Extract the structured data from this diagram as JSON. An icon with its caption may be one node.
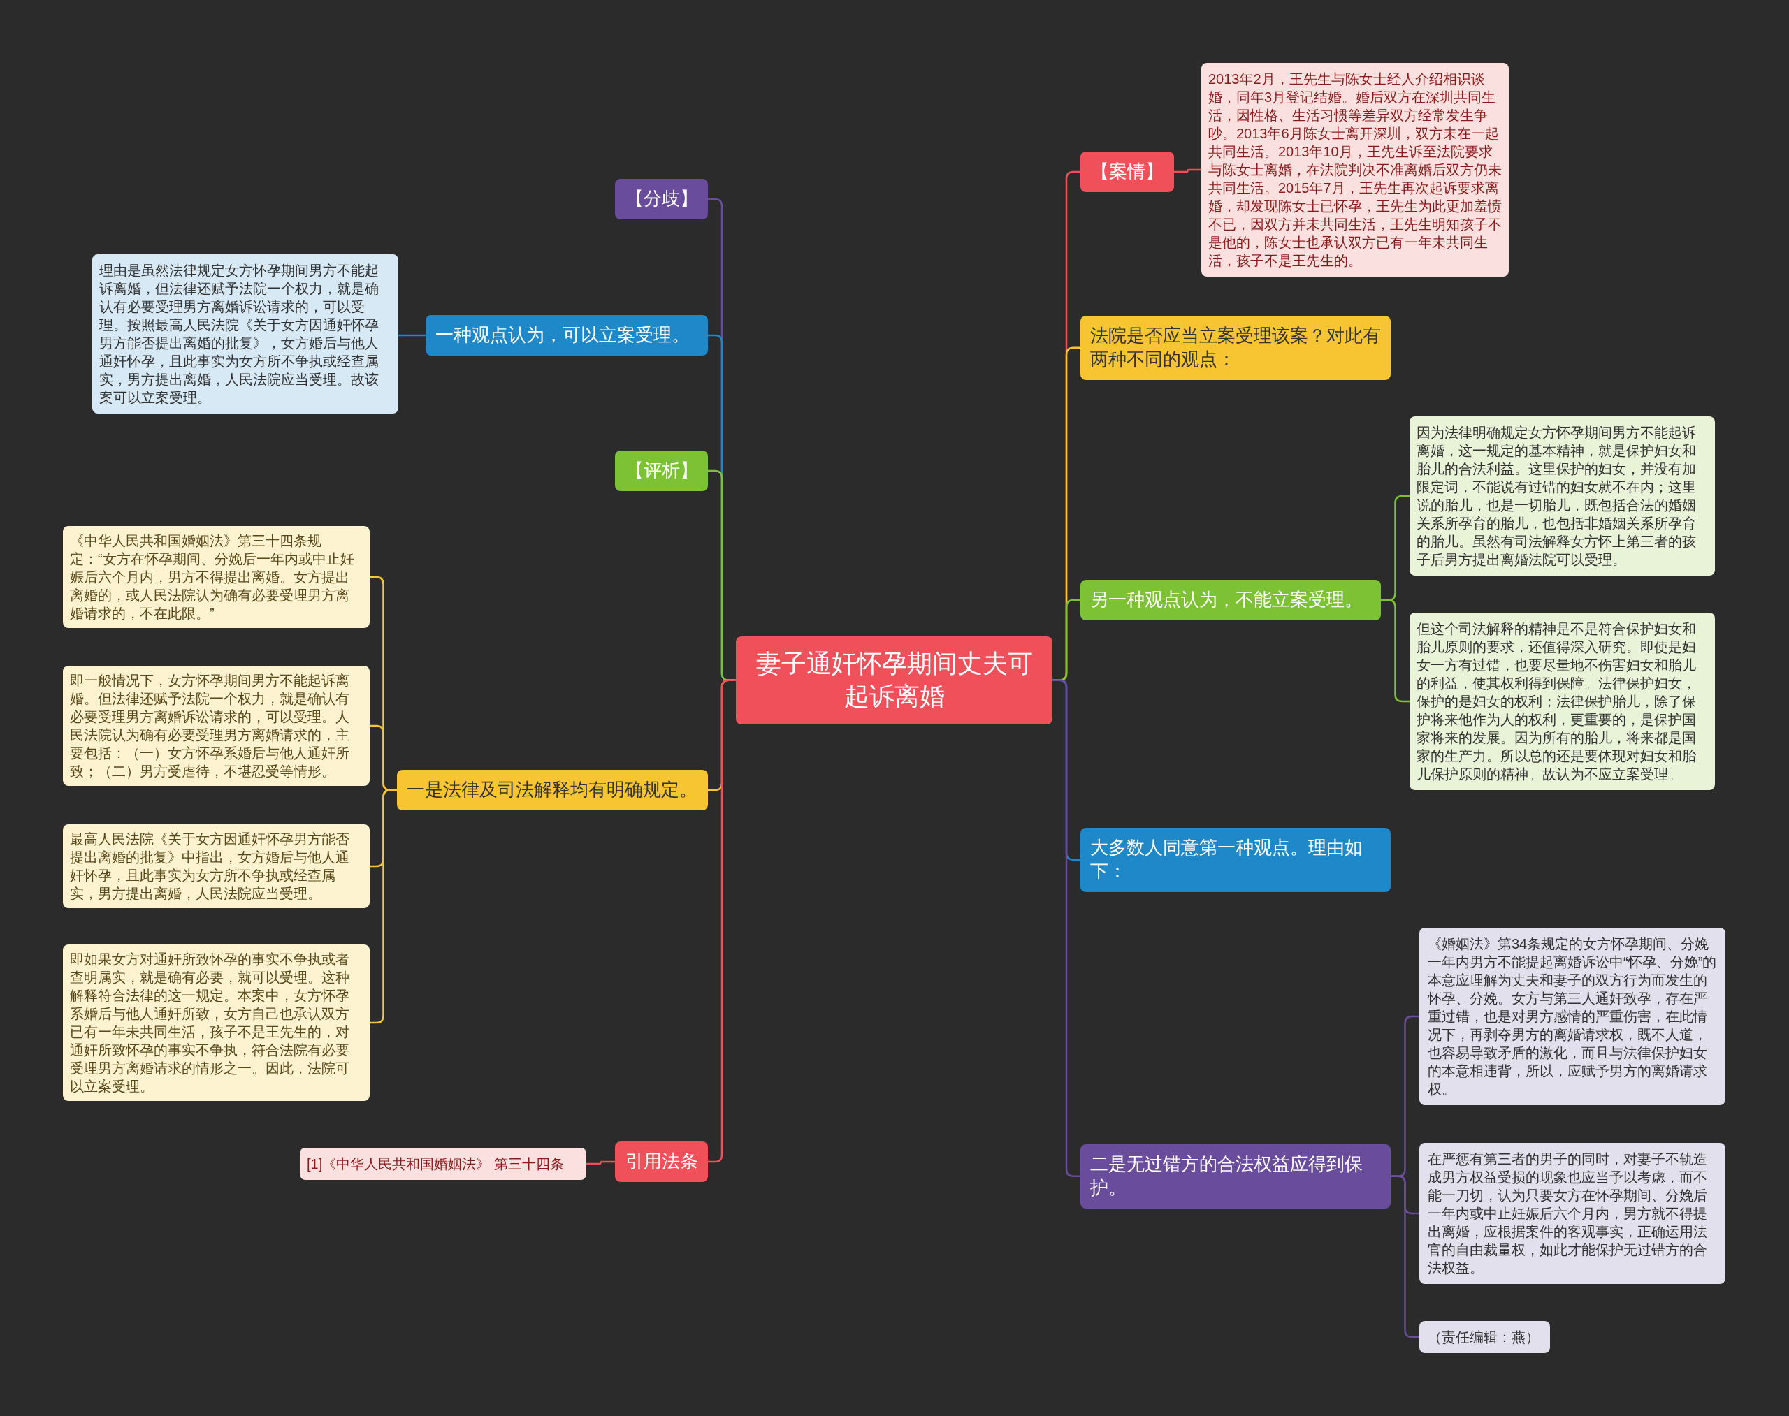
{
  "diagram": {
    "nodes": [
      {
        "text": [
          "妻子通奸怀孕期间丈夫可起诉离婚"
        ]
      },
      {
        "text": [
          "【分歧】"
        ]
      },
      {
        "text": [
          "一种观点认为，可以立案受理。"
        ]
      },
      {
        "text": [
          "理由是虽然法律规定女方怀孕期间男方不能起诉离婚，但法律还赋予法院一个权力，就是确认有必要受理男方离婚诉讼请求的，可以受理。按照最高人民法院《关于女方因通奸怀孕男方能否提出离婚的批复》，女方婚后与他人通奸怀孕，且此事实为女方所不争执或经查属实，男方提出离婚，人民法院应当受理。故该案可以立案受理。"
        ]
      },
      {
        "text": [
          "【评析】"
        ]
      },
      {
        "text": [
          "一是法律及司法解释均有明确规定。"
        ]
      },
      {
        "text": [
          "《中华人民共和国婚姻法》第三十四条规定：“女方在怀孕期间、分娩后一年内或中止妊娠后六个月内，男方不得提出离婚。女方提出离婚的，或人民法院认为确有必要受理男方离婚请求的，不在此限。”"
        ]
      },
      {
        "text": [
          "即一般情况下，女方怀孕期间男方不能起诉离婚。但法律还赋予法院一个权力，就是确认有必要受理男方离婚诉讼请求的，可以受理。人民法院认为确有必要受理男方离婚请求的，主要包括：（一）女方怀孕系婚后与他人通奸所致；（二）男方受虐待，不堪忍受等情形。"
        ]
      },
      {
        "text": [
          "最高人民法院《关于女方因通奸怀孕男方能否提出离婚的批复》中指出，女方婚后与他人通奸怀孕，且此事实为女方所不争执或经查属实，男方提出离婚，人民法院应当受理。"
        ]
      },
      {
        "text": [
          "即如果女方对通奸所致怀孕的事实不争执或者查明属实，就是确有必要，就可以受理。这种解释符合法律的这一规定。本案中，女方怀孕系婚后与他人通奸所致，女方自己也承认双方已有一年未共同生活，孩子不是王先生的，对通奸所致怀孕的事实不争执，符合法院有必要受理男方离婚请求的情形之一。因此，法院可以立案受理。"
        ]
      },
      {
        "text": [
          "引用法条"
        ]
      },
      {
        "text": [
          "[1]《中华人民共和国婚姻法》 第三十四条"
        ]
      },
      {
        "text": [
          "【案情】"
        ]
      },
      {
        "text": [
          "2013年2月，王先生与陈女士经人介绍相识谈婚，同年3月登记结婚。婚后双方在深圳共同生活，因性格、生活习惯等差异双方经常发生争吵。2013年6月陈女士离开深圳，双方未在一起共同生活。2013年10月，王先生诉至法院要求与陈女士离婚，在法院判决不准离婚后双方仍未共同生活。2015年7月，王先生再次起诉要求离婚，却发现陈女士已怀孕，王先生为此更加羞愤不已，因双方并未共同生活，王先生明知孩子不是他的，陈女士也承认双方已有一年未共同生活，孩子不是王先生的。"
        ]
      },
      {
        "text": [
          "法院是否应当立案受理该案？对此有两种不同的观点："
        ]
      },
      {
        "text": [
          "另一种观点认为，不能立案受理。"
        ]
      },
      {
        "text": [
          "因为法律明确规定女方怀孕期间男方不能起诉离婚，这一规定的基本精神，就是保护妇女和胎儿的合法利益。这里保护的妇女，并没有加限定词，不能说有过错的妇女就不在内；这里说的胎儿，也是一切胎儿，既包括合法的婚姻关系所孕育的胎儿，也包括非婚姻关系所孕育的胎儿。虽然有司法解释女方怀上第三者的孩子后男方提出离婚法院可以受理。"
        ]
      },
      {
        "text": [
          "但这个司法解释的精神是不是符合保护妇女和胎儿原则的要求，还值得深入研究。即使是妇女一方有过错，也要尽量地不伤害妇女和胎儿的利益，使其权利得到保障。法律保护妇女，保护的是妇女的权利；法律保护胎儿，除了保护将来他作为人的权利，更重要的，是保护国家将来的发展。因为所有的胎儿，将来都是国家的生产力。所以总的还是要体现对妇女和胎儿保护原则的精神。故认为不应立案受理。"
        ]
      },
      {
        "text": [
          "大多数人同意第一种观点。理由如下："
        ]
      },
      {
        "text": [
          "二是无过错方的合法权益应得到保护。"
        ]
      },
      {
        "text": [
          "《婚姻法》第34条规定的女方怀孕期间、分娩一年内男方不能提起离婚诉讼中“怀孕、分娩”的本意应理解为丈夫和妻子的双方行为而发生的怀孕、分娩。女方与第三人通奸致孕，存在严重过错，也是对男方感情的严重伤害，在此情况下，再剥夺男方的离婚请求权，既不人道，也容易导致矛盾的激化，而且与法律保护妇女的本意相违背，所以，应赋予男方的离婚请求权。"
        ]
      },
      {
        "text": [
          "在严惩有第三者的男子的同时，对妻子不轨造成男方权益受损的现象也应当予以考虑，而不能一刀切，认为只要女方在怀孕期间、分娩后一年内或中止妊娠后六个月内，男方就不得提出离婚，应根据案件的客观事实，正确运用法官的自由裁量权，如此才能保护无过错方的合法权益。"
        ]
      },
      {
        "text": [
          "（责任编辑：燕）"
        ]
      }
    ],
    "edges": [
      {
        "from": 0,
        "to": 1,
        "arrow": "none",
        "color": "#6a4c9c"
      },
      {
        "from": 0,
        "to": 2,
        "arrow": "none",
        "color": "#1e88c8"
      },
      {
        "from": 2,
        "to": 3,
        "arrow": "none",
        "color": "#1e88c8"
      },
      {
        "from": 0,
        "to": 4,
        "arrow": "none",
        "color": "#7cc234"
      },
      {
        "from": 0,
        "to": 5,
        "arrow": "none",
        "color": "#f7c531"
      },
      {
        "from": 5,
        "to": 6,
        "arrow": "none",
        "color": "#f7c531"
      },
      {
        "from": 5,
        "to": 7,
        "arrow": "none",
        "color": "#f7c531"
      },
      {
        "from": 5,
        "to": 8,
        "arrow": "none",
        "color": "#f7c531"
      },
      {
        "from": 5,
        "to": 9,
        "arrow": "none",
        "color": "#f7c531"
      },
      {
        "from": 0,
        "to": 10,
        "arrow": "none",
        "color": "#f0505a"
      },
      {
        "from": 10,
        "to": 11,
        "arrow": "none",
        "color": "#f0505a"
      },
      {
        "from": 0,
        "to": 12,
        "arrow": "none",
        "color": "#f0505a"
      },
      {
        "from": 12,
        "to": 13,
        "arrow": "none",
        "color": "#f0505a"
      },
      {
        "from": 0,
        "to": 14,
        "arrow": "none",
        "color": "#f7c531"
      },
      {
        "from": 0,
        "to": 15,
        "arrow": "none",
        "color": "#7cc234"
      },
      {
        "from": 15,
        "to": 16,
        "arrow": "none",
        "color": "#7cc234"
      },
      {
        "from": 15,
        "to": 17,
        "arrow": "none",
        "color": "#7cc234"
      },
      {
        "from": 0,
        "to": 18,
        "arrow": "none",
        "color": "#1e88c8"
      },
      {
        "from": 0,
        "to": 19,
        "arrow": "none",
        "color": "#6a4c9c"
      },
      {
        "from": 19,
        "to": 20,
        "arrow": "none",
        "color": "#6a4c9c"
      },
      {
        "from": 19,
        "to": 21,
        "arrow": "none",
        "color": "#6a4c9c"
      },
      {
        "from": 19,
        "to": 22,
        "arrow": "none",
        "color": "#6a4c9c"
      }
    ]
  }
}
